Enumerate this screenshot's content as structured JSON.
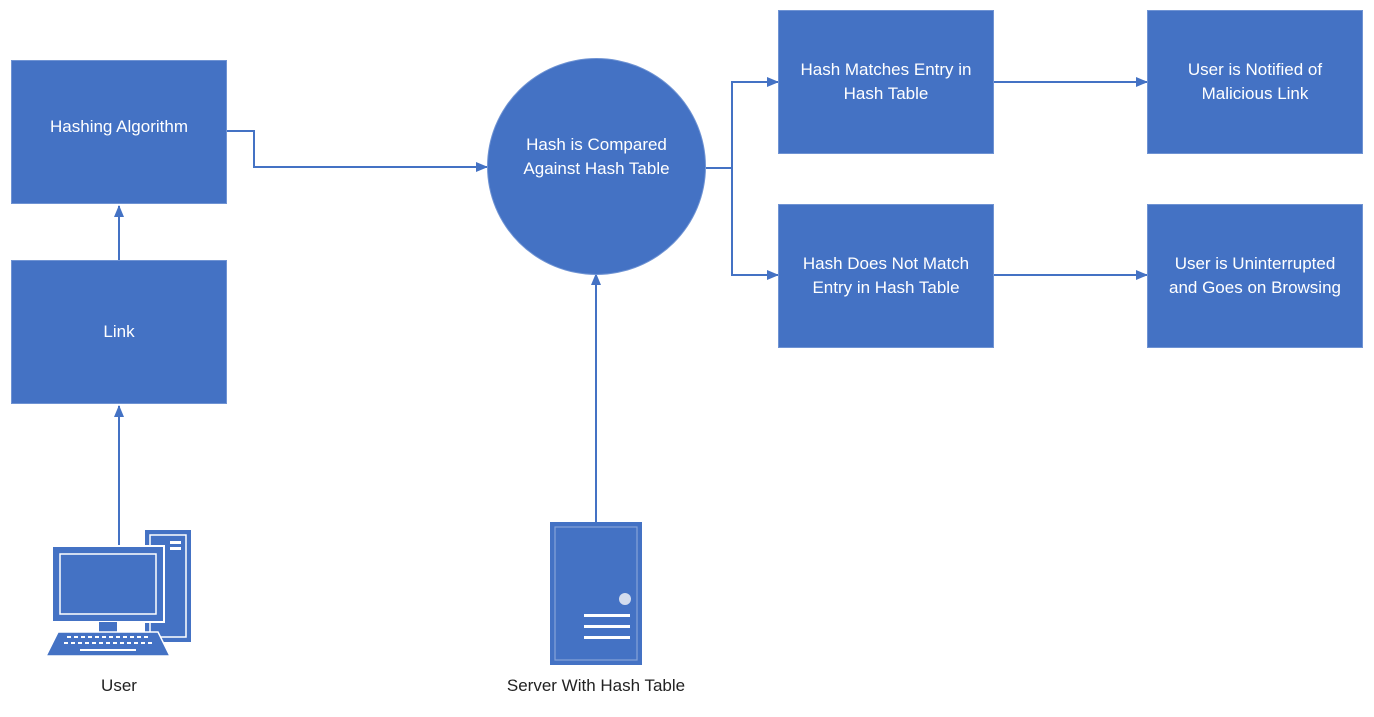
{
  "colors": {
    "node_fill": "#4472c4",
    "connector": "#4472c4",
    "label_text": "#222222"
  },
  "nodes": {
    "hashing_algorithm": "Hashing Algorithm",
    "link": "Link",
    "hash_compared": "Hash is Compared Against Hash Table",
    "hash_matches": "Hash Matches Entry in Hash Table",
    "hash_no_match": "Hash Does Not Match Entry in Hash Table",
    "user_notified": "User is Notified of Malicious Link",
    "user_uninterrupted": "User is Uninterrupted and Goes on Browsing"
  },
  "actors": {
    "user": {
      "label": "User",
      "icon": "computer-workstation-icon"
    },
    "server": {
      "label": "Server With Hash Table",
      "icon": "server-tower-icon"
    }
  }
}
